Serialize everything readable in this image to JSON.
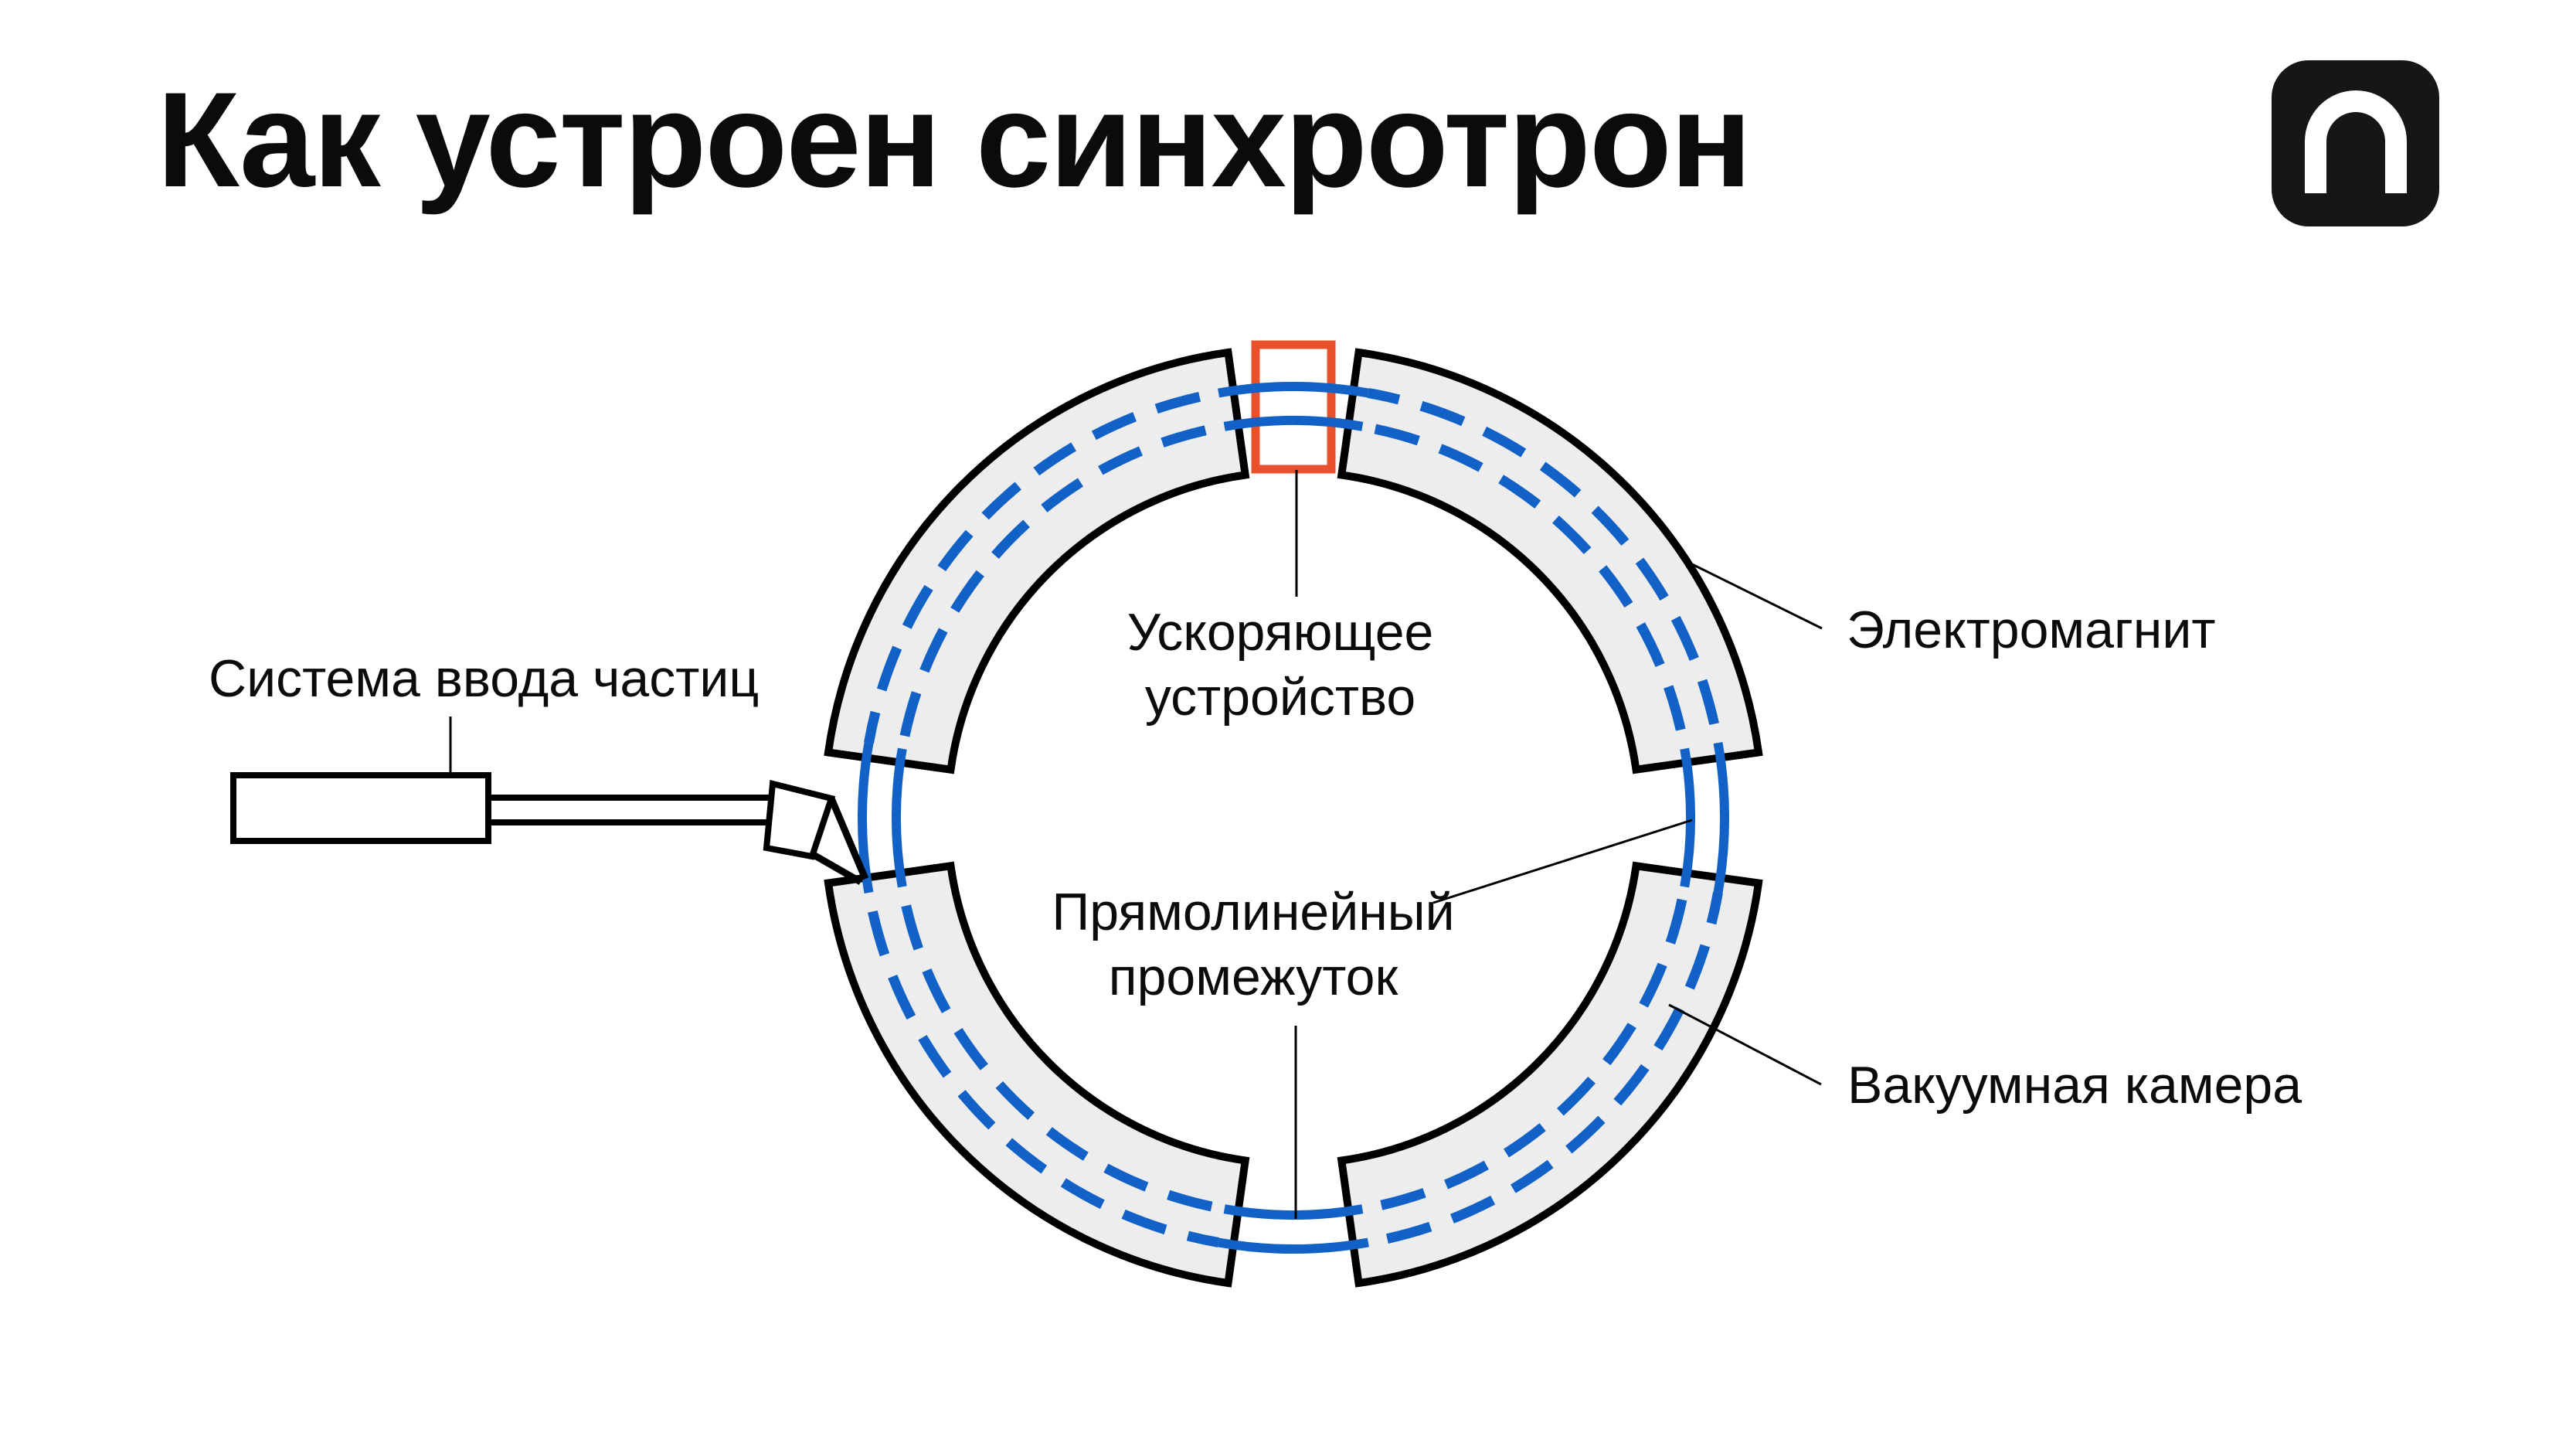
{
  "title": "Как устроен синхротрон",
  "logo": {
    "icon": "magnet-arch-icon"
  },
  "labels": {
    "injection_system": "Система ввода частиц",
    "accelerating_device": "Ускоряющее устройство",
    "electromagnet": "Электромагнит",
    "straight_section": "Прямолинейный промежуток",
    "vacuum_chamber": "Вакуумная камера"
  },
  "colors": {
    "beam_blue": "#1261C7",
    "accent_orange": "#E8512B",
    "magnet_fill": "#EDEDED",
    "outline": "#000000",
    "logo_bg": "#161616"
  },
  "diagram_meta": {
    "type": "synchrotron-ring-schematic",
    "magnet_segments": 4,
    "gaps": 4,
    "beam_lines": 2
  }
}
